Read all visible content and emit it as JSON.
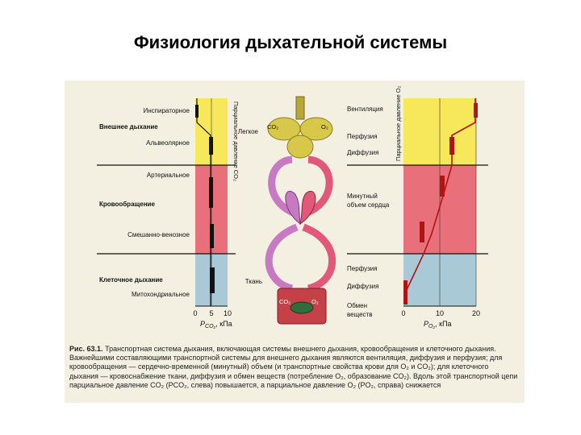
{
  "title": "Физиология дыхательной системы",
  "left_panel": {
    "rows": [
      "Инспираторное",
      "Внешнее дыхание",
      "Альвеолярное",
      "Артериальное",
      "Кровообращение",
      "Смешанно-венозное",
      "Клеточное дыхание",
      "Митохондриальное"
    ],
    "axis_title": "Парциальное давление CO₂",
    "ticks": [
      "0",
      "5",
      "10"
    ],
    "xlabel": "P",
    "xlabel_sub": "CO₂",
    "xlabel_unit": ", кПа"
  },
  "center": {
    "lung_label": "Легкое",
    "tissue_label": "Ткань",
    "co2": "CO₂",
    "o2": "O₂"
  },
  "right_panel": {
    "rows": [
      "Вентиляция",
      "Перфузия",
      "Диффузия",
      "Минутный",
      "объем сердца",
      "Перфузия",
      "Диффузия",
      "Обмен",
      "веществ"
    ],
    "axis_title": "Парциальное давление O₂",
    "ticks": [
      "0",
      "10",
      "20"
    ],
    "xlabel": "P",
    "xlabel_sub": "O₂",
    "xlabel_unit": ", кПа"
  },
  "caption": {
    "label": "Рис. 63.1.",
    "text": "Транспортная система дыхания, включающая системы внешнего дыхания, кровообращения и клеточного дыхания. Важнейшими составляющими транспортной системы для внешнего дыхания являются вентиляция, диффузия и перфузия; для кровообращения — сердечно-временной (минутный) объем (и транспортные свойства крови для O₂ и CO₂); для клеточного дыхания — кровоснабжение ткани, диффузия и обмен веществ (потребление O₂, образование CO₂). Вдоль этой транспортной цепи парциальное давление CO₂ (PCO₂, слева) повышается, а парциальное давление O₂ (PO₂, справа) снижается"
  },
  "colors": {
    "zone_external": "#f7e75a",
    "zone_circulation": "#e9707a",
    "zone_cellular": "#a9c9d6",
    "arterial_loop": "#e2587a",
    "venous_loop": "#c77ac2",
    "lung": "#d8c84a",
    "marker": "#b01515"
  }
}
